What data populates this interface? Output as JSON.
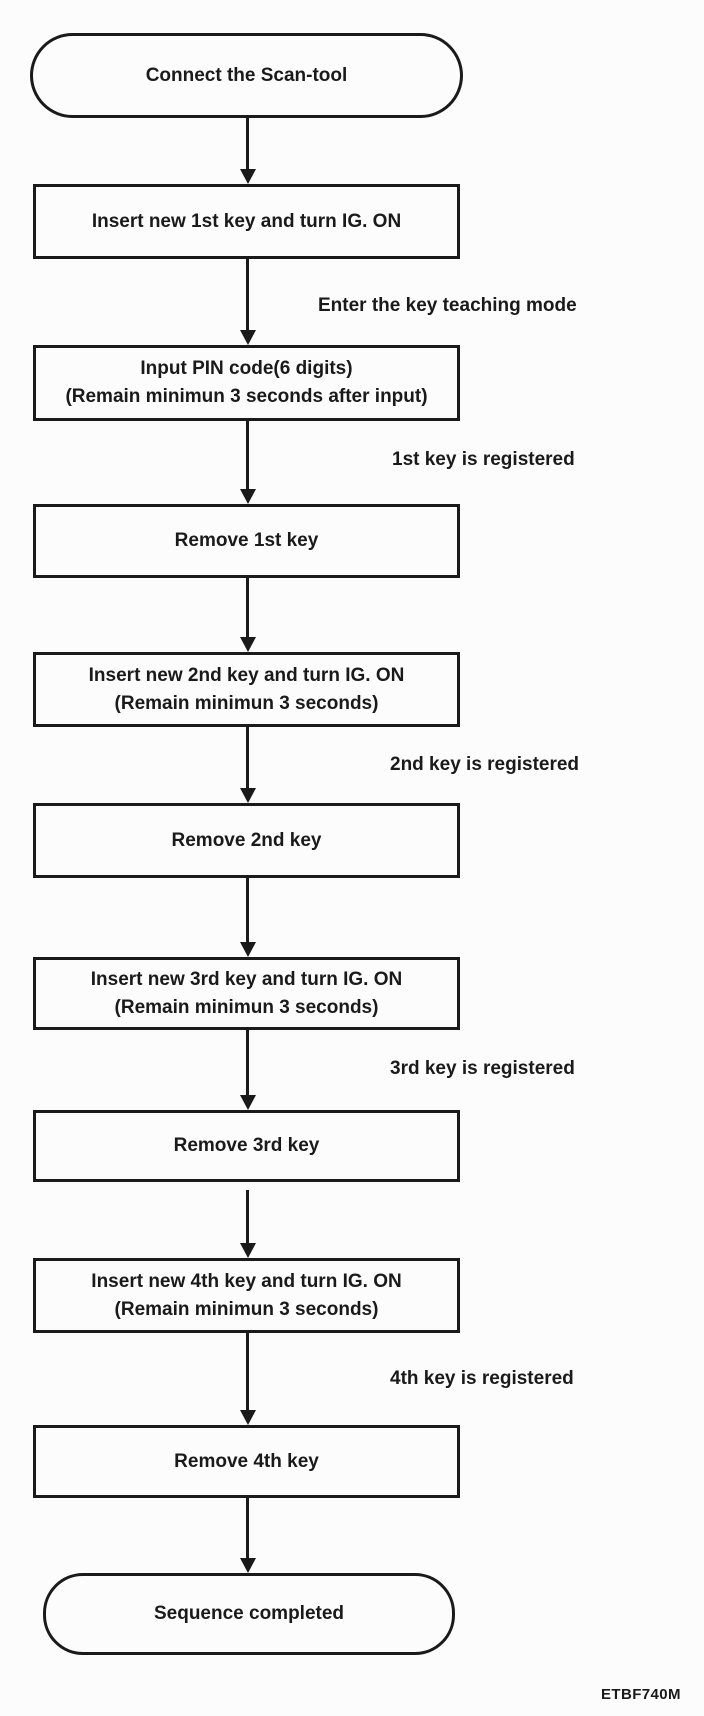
{
  "flowchart": {
    "nodes": [
      {
        "label": "Connect the Scan-tool"
      },
      {
        "label": "Insert new 1st key and turn IG. ON"
      },
      {
        "label": "Input PIN code(6 digits)",
        "sublabel": "(Remain minimun 3 seconds after input)"
      },
      {
        "label": "Remove 1st key"
      },
      {
        "label": "Insert new 2nd key and turn IG. ON",
        "sublabel": "(Remain minimun 3 seconds)"
      },
      {
        "label": "Remove 2nd key"
      },
      {
        "label": "Insert new 3rd key and turn IG. ON",
        "sublabel": "(Remain minimun 3 seconds)"
      },
      {
        "label": "Remove 3rd key"
      },
      {
        "label": "Insert new 4th key and turn IG. ON",
        "sublabel": "(Remain minimun 3 seconds)"
      },
      {
        "label": "Remove 4th key"
      },
      {
        "label": "Sequence completed"
      }
    ],
    "edge_labels": [
      "Enter the key teaching mode",
      "1st key is registered",
      "2nd key is registered",
      "3rd key is registered",
      "4th key is registered"
    ],
    "figure_code": "ETBF740M",
    "ink_color": "#1a1a1a",
    "paper_color": "#fcfcfc"
  }
}
